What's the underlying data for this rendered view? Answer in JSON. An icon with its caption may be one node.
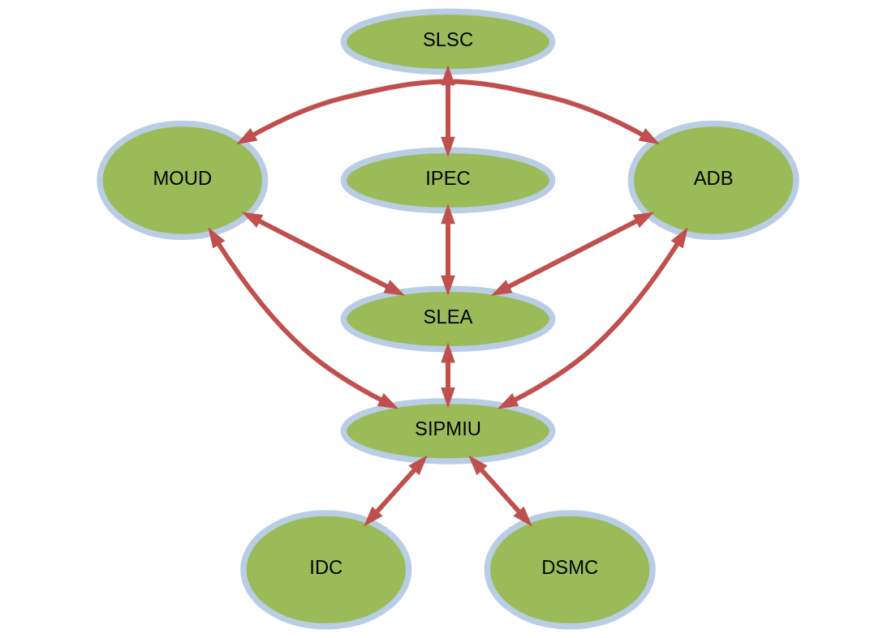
{
  "diagram": {
    "nodes": [
      {
        "text": [
          "SLSC"
        ]
      },
      {
        "text": [
          "MOUD"
        ]
      },
      {
        "text": [
          "IPEC"
        ]
      },
      {
        "text": [
          "ADB"
        ]
      },
      {
        "text": [
          "SLEA"
        ]
      },
      {
        "text": [
          "SIPMIU"
        ]
      },
      {
        "text": [
          "IDC"
        ]
      },
      {
        "text": [
          "DSMC"
        ]
      }
    ],
    "edges": [
      {
        "from": 1,
        "to": 3,
        "arrow": "both"
      },
      {
        "from": 0,
        "to": 2,
        "arrow": "both"
      },
      {
        "from": 2,
        "to": 4,
        "arrow": "both"
      },
      {
        "from": 1,
        "to": 4,
        "arrow": "both"
      },
      {
        "from": 3,
        "to": 4,
        "arrow": "both"
      },
      {
        "from": 4,
        "to": 5,
        "arrow": "both"
      },
      {
        "from": 1,
        "to": 5,
        "arrow": "both"
      },
      {
        "from": 3,
        "to": 5,
        "arrow": "both"
      },
      {
        "from": 5,
        "to": 6,
        "arrow": "both"
      },
      {
        "from": 5,
        "to": 7,
        "arrow": "both"
      }
    ]
  }
}
